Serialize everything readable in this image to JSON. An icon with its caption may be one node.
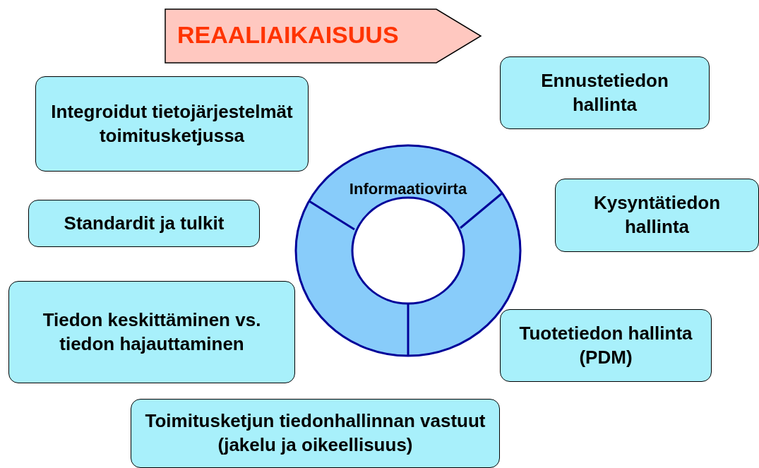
{
  "diagram": {
    "nodes": [
      {
        "text": [
          "REAALIAIKAISUUS"
        ]
      },
      {
        "text": [
          "Integroidut tietojärjestelmät toimitusketjussa"
        ]
      },
      {
        "text": [
          "Ennustetiedon hallinta"
        ]
      },
      {
        "text": [
          "Informaatiovirta"
        ]
      },
      {
        "text": [
          "Kysyntätiedon hallinta"
        ]
      },
      {
        "text": [
          "Standardit ja tulkit"
        ]
      },
      {
        "text": [
          "Tiedon keskittäminen vs. tiedon hajauttaminen"
        ]
      },
      {
        "text": [
          "Tuotetiedon hallinta (PDM)"
        ]
      },
      {
        "text": [
          "Toimitusketjun tiedonhallinnan vastuut (jakelu ja oikeellisuus)"
        ]
      }
    ],
    "edges": []
  }
}
